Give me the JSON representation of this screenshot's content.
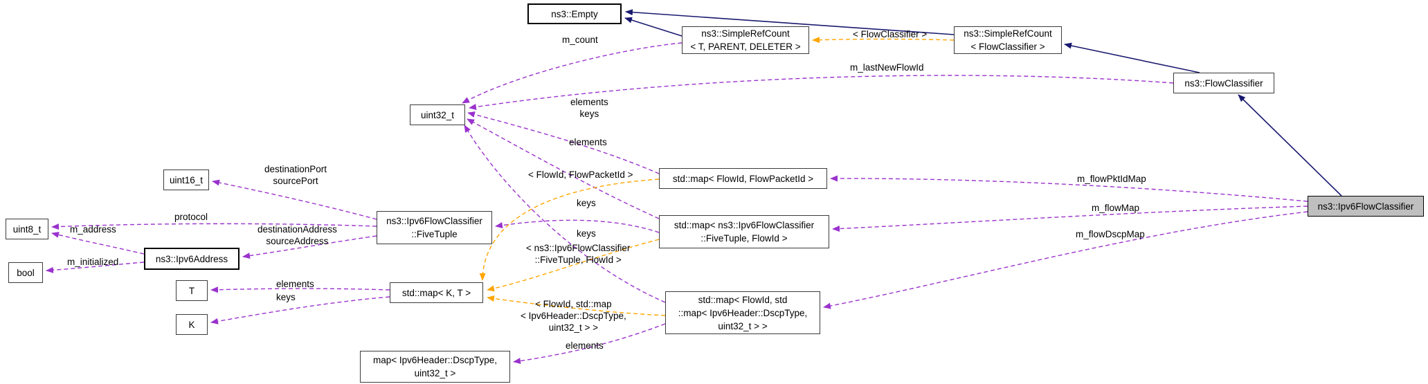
{
  "diagram": {
    "type": "doxygen-collaboration-graph",
    "nodes": {
      "empty": {
        "label": "ns3::Empty"
      },
      "simple_ref_count_tpl": {
        "label": [
          "ns3::SimpleRefCount",
          "< T, PARENT, DELETER >"
        ]
      },
      "simple_ref_count_fc": {
        "label": [
          "ns3::SimpleRefCount",
          "< FlowClassifier >"
        ]
      },
      "flow_classifier": {
        "label": "ns3::FlowClassifier"
      },
      "ipv6_flow_classifier": {
        "label": "ns3::Ipv6FlowClassifier"
      },
      "uint32_t": {
        "label": "uint32_t"
      },
      "uint16_t": {
        "label": "uint16_t"
      },
      "uint8_t": {
        "label": "uint8_t"
      },
      "bool": {
        "label": "bool"
      },
      "ipv6_address": {
        "label": "ns3::Ipv6Address"
      },
      "five_tuple": {
        "label": [
          "ns3::Ipv6FlowClassifier",
          "::FiveTuple"
        ]
      },
      "map_flowid_flowpacketid": {
        "label": "std::map< FlowId, FlowPacketId >"
      },
      "map_fivetuple_flowid": {
        "label": [
          "std::map< ns3::Ipv6FlowClassifier",
          "::FiveTuple, FlowId >"
        ]
      },
      "map_k_t": {
        "label": "std::map< K, T >"
      },
      "t": {
        "label": "T"
      },
      "k": {
        "label": "K"
      },
      "map_flowid_dscpmap": {
        "label": [
          "std::map< FlowId, std",
          "::map< Ipv6Header::DscpType,",
          "uint32_t > >"
        ]
      },
      "map_dscp_uint32": {
        "label": [
          "map< Ipv6Header::DscpType,",
          "uint32_t >"
        ]
      }
    },
    "edge_labels": {
      "m_count": "m_count",
      "tpl_flow_classifier": "< FlowClassifier >",
      "m_last_new_flow_id": "m_lastNewFlowId",
      "elements_keys": [
        "elements",
        "keys"
      ],
      "elements_flowmap": "elements",
      "dest_source_port": [
        "destinationPort",
        "sourcePort"
      ],
      "protocol": "protocol",
      "dest_source_address": [
        "destinationAddress",
        "sourceAddress"
      ],
      "m_address": "m_address",
      "m_initialized": "m_initialized",
      "tpl_flowid_flowpacketid": "< FlowId, FlowPacketId >",
      "keys_fivetuple": "keys",
      "keys_dscpmap": "keys",
      "tpl_fivetuple_flowid": [
        "< ns3::Ipv6FlowClassifier",
        "::FiveTuple, FlowId >"
      ],
      "elements_t": "elements",
      "keys_k": "keys",
      "tpl_flowid_dscpmap": [
        "< FlowId, std::map",
        "< Ipv6Header::DscpType,",
        "uint32_t > >"
      ],
      "elements_dscpmap": "elements",
      "m_flow_pkt_id_map": "m_flowPktIdMap",
      "m_flow_map": "m_flowMap",
      "m_flow_dscp_map": "m_flowDscpMap"
    },
    "colors": {
      "inheritance": "#191970",
      "member": "#9a32cd",
      "template": "#ffa500",
      "selected_fill": "#bfbfbf",
      "node_border": "#3a3a3a"
    }
  }
}
